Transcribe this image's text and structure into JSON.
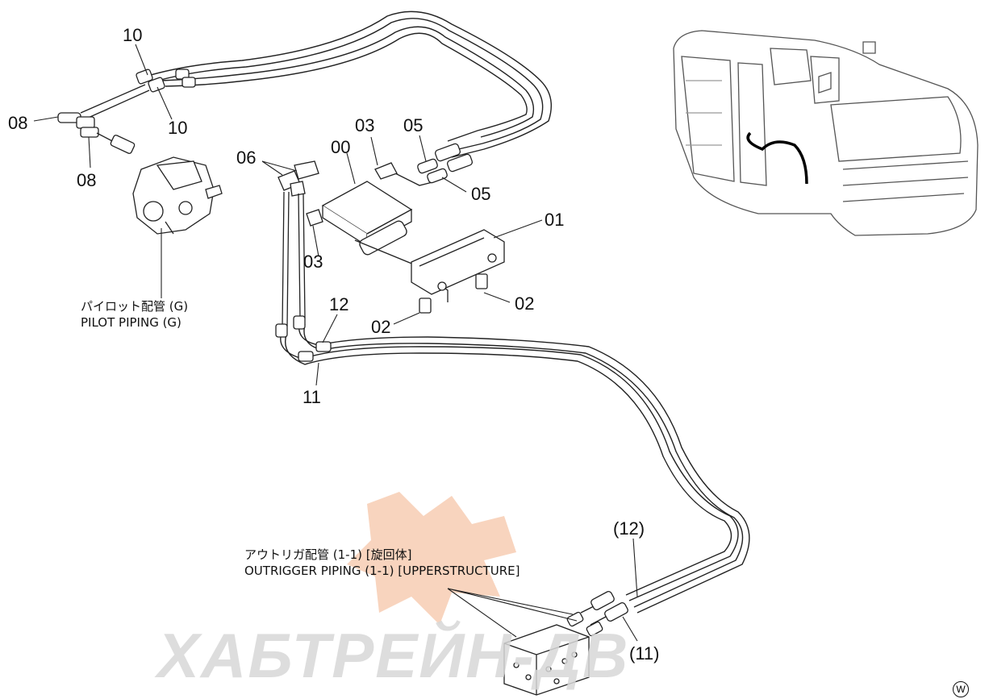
{
  "callouts": {
    "c10a": "10",
    "c10b": "10",
    "c08a": "08",
    "c08b": "08",
    "c03a": "03",
    "c03b": "03",
    "c05a": "05",
    "c05b": "05",
    "c00": "00",
    "c06": "06",
    "c01": "01",
    "c02a": "02",
    "c02b": "02",
    "c12": "12",
    "c11": "11",
    "c12ref": "(12)",
    "c11ref": "(11)"
  },
  "notes": {
    "pilot_jp": "パイロット配管 (G)",
    "pilot_en": "PILOT PIPING (G)",
    "outrigger_jp": "アウトリガ配管 (1-1) [旋回体]",
    "outrigger_en": "OUTRIGGER PIPING (1-1) [UPPERSTRUCTURE]"
  },
  "watermark": {
    "text": "ХАБТРЕЙН-ДВ",
    "gear_color": "#f6c6a8",
    "text_color": "#d8d8d8"
  },
  "corner_mark": "W"
}
